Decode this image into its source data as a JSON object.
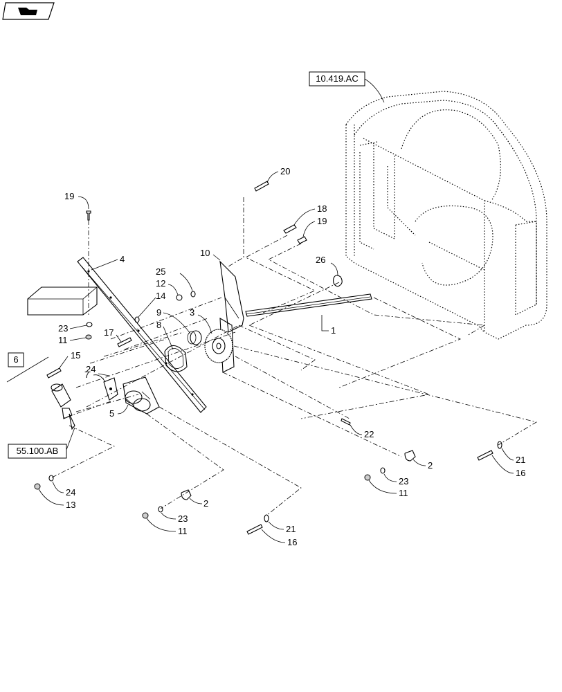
{
  "diagram": {
    "references": {
      "top_right": "10.419.AC",
      "left_box": "6",
      "bottom_left": "55.100.AB"
    },
    "callouts": [
      {
        "id": "c1",
        "label": "1"
      },
      {
        "id": "c2a",
        "label": "2"
      },
      {
        "id": "c2b",
        "label": "2"
      },
      {
        "id": "c3",
        "label": "3"
      },
      {
        "id": "c4",
        "label": "4"
      },
      {
        "id": "c5",
        "label": "5"
      },
      {
        "id": "c7",
        "label": "7"
      },
      {
        "id": "c8",
        "label": "8"
      },
      {
        "id": "c9",
        "label": "9"
      },
      {
        "id": "c10",
        "label": "10"
      },
      {
        "id": "c11a",
        "label": "11"
      },
      {
        "id": "c11b",
        "label": "11"
      },
      {
        "id": "c11c",
        "label": "11"
      },
      {
        "id": "c12",
        "label": "12"
      },
      {
        "id": "c13",
        "label": "13"
      },
      {
        "id": "c14",
        "label": "14"
      },
      {
        "id": "c15",
        "label": "15"
      },
      {
        "id": "c16a",
        "label": "16"
      },
      {
        "id": "c16b",
        "label": "16"
      },
      {
        "id": "c17",
        "label": "17"
      },
      {
        "id": "c18",
        "label": "18"
      },
      {
        "id": "c19a",
        "label": "19"
      },
      {
        "id": "c19b",
        "label": "19"
      },
      {
        "id": "c20",
        "label": "20"
      },
      {
        "id": "c21a",
        "label": "21"
      },
      {
        "id": "c21b",
        "label": "21"
      },
      {
        "id": "c22",
        "label": "22"
      },
      {
        "id": "c23a",
        "label": "23"
      },
      {
        "id": "c23b",
        "label": "23"
      },
      {
        "id": "c23c",
        "label": "23"
      },
      {
        "id": "c24a",
        "label": "24"
      },
      {
        "id": "c24b",
        "label": "24"
      },
      {
        "id": "c25",
        "label": "25"
      },
      {
        "id": "c26",
        "label": "26"
      }
    ]
  }
}
